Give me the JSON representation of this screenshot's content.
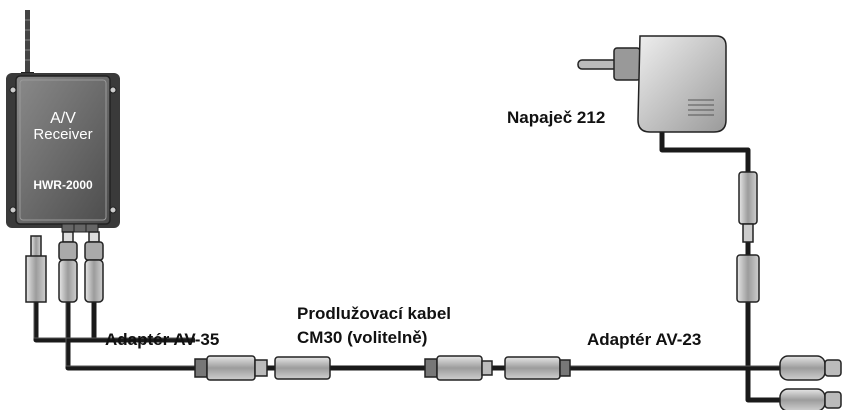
{
  "receiver": {
    "title_line1": "A/V",
    "title_line2": "Receiver",
    "model": "HWR-2000"
  },
  "labels": {
    "power_supply": "Napaječ 212",
    "adapter_left": "Adaptér AV-35",
    "extension_line1": "Prodlužovací kabel",
    "extension_line2": "CM30 (volitelně)",
    "adapter_right": "Adaptér AV-23"
  },
  "colors": {
    "cable": "#1a1a1a",
    "body_dark": "#6e6e6e",
    "body_light": "#c8c8c8",
    "connector": "#9a9a9a"
  }
}
